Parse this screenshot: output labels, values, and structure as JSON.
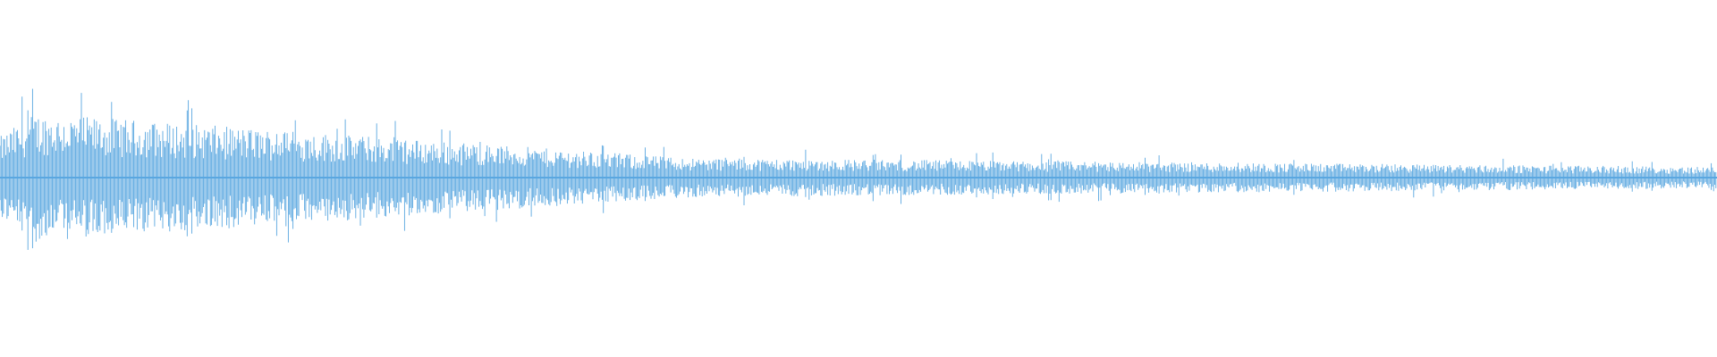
{
  "waveform": {
    "color": "#5aa7e0",
    "background": "#ffffff",
    "amplitude_profile": {
      "start": 0.23,
      "peak": 0.36,
      "mid": 0.11,
      "end": 0.06
    }
  }
}
